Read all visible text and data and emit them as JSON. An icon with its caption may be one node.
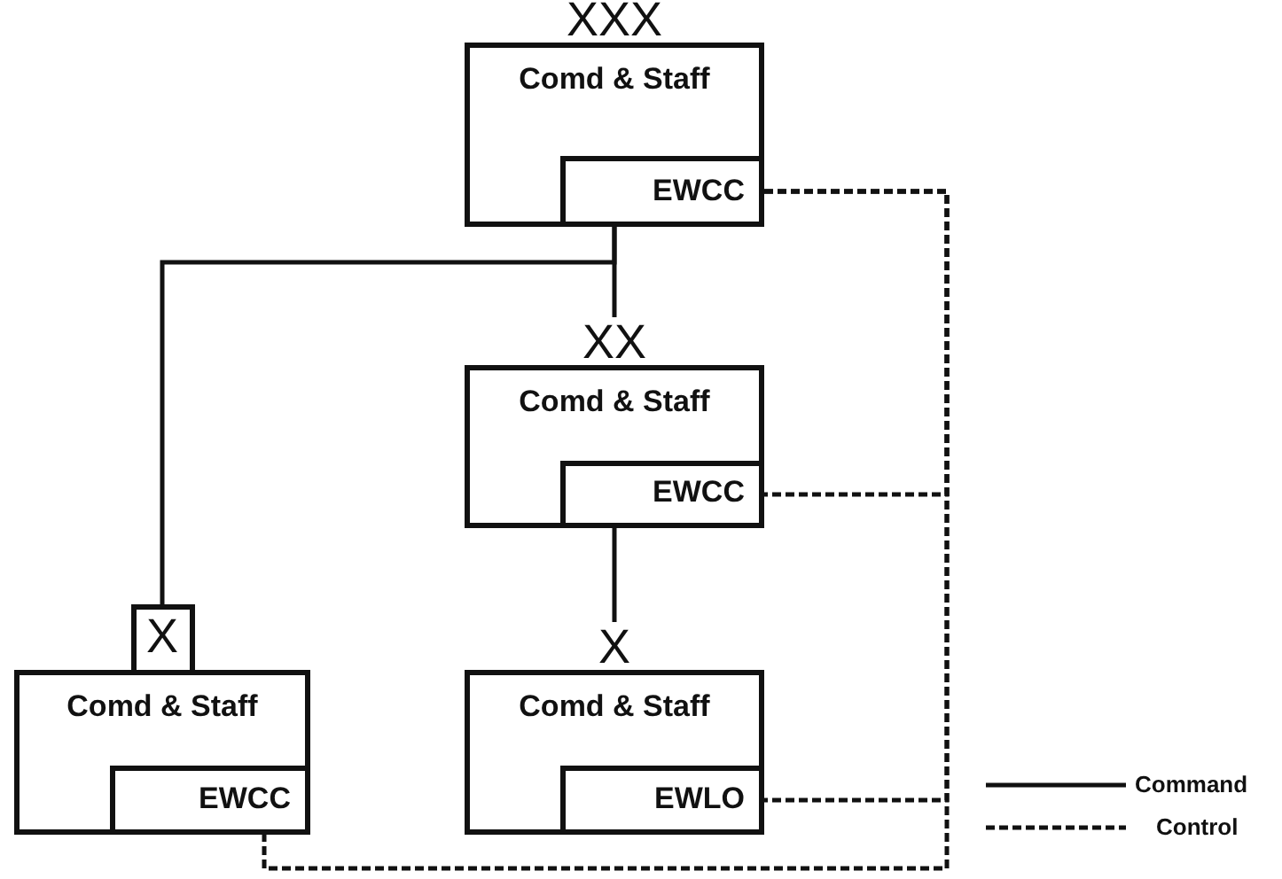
{
  "diagram": {
    "nodes": [
      {
        "text": [
          "Comd & Staff"
        ],
        "beside": [
          "XXX"
        ]
      },
      {
        "text": [
          "EWCC"
        ],
        "in": 0
      },
      {
        "text": [
          "Comd & Staff"
        ],
        "beside": [
          "XX"
        ]
      },
      {
        "text": [
          "EWCC"
        ],
        "in": 2
      },
      {
        "text": [
          "Comd & Staff"
        ],
        "beside": [
          "X"
        ]
      },
      {
        "text": [
          "EWCC"
        ],
        "in": 4
      },
      {
        "text": [
          "Comd & Staff"
        ],
        "beside": [
          "X"
        ]
      },
      {
        "text": [
          "EWLO"
        ],
        "in": 6
      }
    ],
    "edges": [
      {
        "from": 0,
        "to": 2,
        "arrow": "none"
      },
      {
        "from": 0,
        "to": 4,
        "arrow": "none"
      },
      {
        "from": 2,
        "to": 6,
        "arrow": "none"
      },
      {
        "from": 1,
        "to": 3,
        "arrow": "none",
        "style": "dashed"
      },
      {
        "from": 1,
        "to": 7,
        "arrow": "none",
        "style": "dashed"
      },
      {
        "from": 1,
        "to": 5,
        "arrow": "none",
        "style": "dashed"
      }
    ],
    "legend": [
      {
        "text": "Command"
      },
      {
        "text": "Control"
      }
    ]
  }
}
